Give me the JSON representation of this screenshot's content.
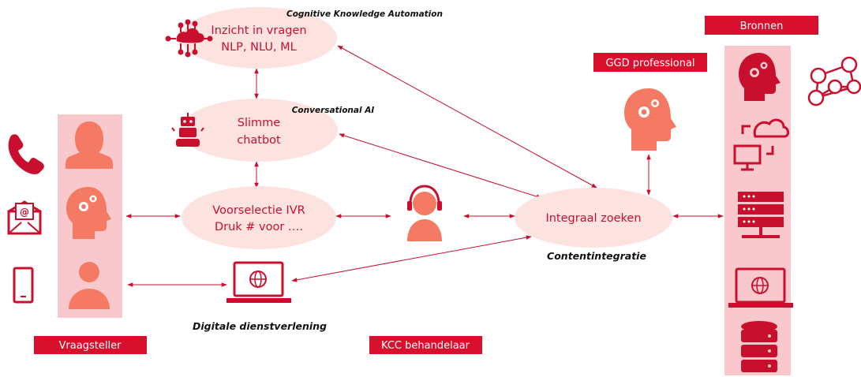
{
  "nodes": {
    "insight": {
      "line1": "Inzicht in vragen",
      "line2": "NLP, NLU, ML"
    },
    "chatbot": {
      "line1": "Slimme",
      "line2": "chatbot"
    },
    "ivr": {
      "line1": "Voorselectie IVR",
      "line2": "Druk # voor …."
    },
    "search": {
      "line1": "Integraal zoeken"
    }
  },
  "labels": {
    "cognitive": "Cognitive Knowledge Automation",
    "conversational": "Conversational AI",
    "contentintegratie": "Contentintegratie",
    "digitale": "Digitale dienstverlening"
  },
  "tags": {
    "vraagsteller": "Vraagsteller",
    "kcc": "KCC behandelaar",
    "ggd": "GGD professional",
    "bronnen": "Bronnen"
  },
  "icons": {
    "channels": [
      "phone-icon",
      "email-icon",
      "mobile-icon"
    ],
    "people": [
      "woman-avatar-icon",
      "head-gears-icon",
      "man-avatar-icon"
    ],
    "sources": [
      "head-gears-icon",
      "cloud-sync-icon",
      "server-icon",
      "laptop-globe-icon",
      "database-icon"
    ],
    "other": [
      "ai-network-icon",
      "robot-icon",
      "call-center-agent-icon",
      "laptop-globe-icon",
      "network-people-icon"
    ]
  },
  "colors": {
    "accent": "#c8102e",
    "ellipse_fill": "#fde3e0",
    "column_fill": "#f8c8cc",
    "icon_salmon": "#f47a64",
    "icon_red": "#c8102e"
  }
}
